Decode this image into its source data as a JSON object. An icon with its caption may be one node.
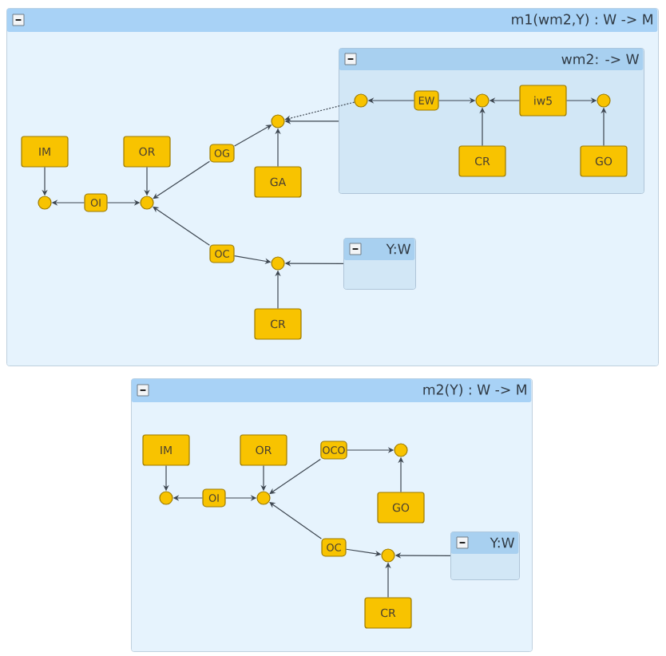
{
  "diagram": {
    "nodes": [
      {
        "text": [
          "m1(wm2,Y) : W -> M"
        ]
      },
      {
        "text": [
          "IM"
        ],
        "in": 0
      },
      {
        "text": [
          "OR"
        ],
        "in": 0
      },
      {
        "text": [
          "OG"
        ],
        "in": 0
      },
      {
        "text": [],
        "shape": "circle",
        "in": 0
      },
      {
        "text": [
          "GA"
        ],
        "in": 0
      },
      {
        "text": [],
        "shape": "circle",
        "in": 0
      },
      {
        "text": [
          "OI"
        ],
        "in": 0
      },
      {
        "text": [],
        "shape": "circle",
        "in": 0
      },
      {
        "text": [
          "OC"
        ],
        "in": 0
      },
      {
        "text": [],
        "shape": "circle",
        "in": 0
      },
      {
        "text": [
          "CR"
        ],
        "in": 0
      },
      {
        "text": [
          "wm2: -> W"
        ],
        "in": 0
      },
      {
        "text": [],
        "shape": "circle",
        "in": 12
      },
      {
        "text": [
          "EW"
        ],
        "in": 12
      },
      {
        "text": [],
        "shape": "circle",
        "in": 12
      },
      {
        "text": [
          "iw5"
        ],
        "in": 12
      },
      {
        "text": [],
        "shape": "circle",
        "in": 12
      },
      {
        "text": [
          "CR"
        ],
        "in": 12
      },
      {
        "text": [
          "GO"
        ],
        "in": 12
      },
      {
        "text": [
          "Y:W"
        ],
        "in": 0
      },
      {
        "text": [
          "m2(Y) : W -> M"
        ]
      },
      {
        "text": [
          "IM"
        ],
        "in": 21
      },
      {
        "text": [
          "OR"
        ],
        "in": 21
      },
      {
        "text": [
          "OCO"
        ],
        "in": 21
      },
      {
        "text": [],
        "shape": "circle",
        "in": 21
      },
      {
        "text": [],
        "shape": "circle",
        "in": 21
      },
      {
        "text": [
          "OI"
        ],
        "in": 21
      },
      {
        "text": [],
        "shape": "circle",
        "in": 21
      },
      {
        "text": [
          "GO"
        ],
        "in": 21
      },
      {
        "text": [
          "OC"
        ],
        "in": 21
      },
      {
        "text": [],
        "shape": "circle",
        "in": 21
      },
      {
        "text": [
          "Y:W"
        ],
        "in": 21
      },
      {
        "text": [
          "CR"
        ],
        "in": 21
      }
    ],
    "edges": [
      {
        "from": 1,
        "to": 6,
        "arrow": "to"
      },
      {
        "from": 7,
        "to": 6,
        "arrow": "to"
      },
      {
        "from": 7,
        "to": 8,
        "arrow": "to"
      },
      {
        "from": 2,
        "to": 8,
        "arrow": "to"
      },
      {
        "from": 3,
        "to": 8,
        "arrow": "to"
      },
      {
        "from": 3,
        "to": 4,
        "arrow": "to"
      },
      {
        "from": 5,
        "to": 4,
        "arrow": "to"
      },
      {
        "from": 13,
        "to": 4,
        "arrow": "to",
        "style": "dashed"
      },
      {
        "from": 12,
        "to": 4,
        "arrow": "to"
      },
      {
        "from": 9,
        "to": 8,
        "arrow": "to"
      },
      {
        "from": 9,
        "to": 10,
        "arrow": "to"
      },
      {
        "from": 11,
        "to": 10,
        "arrow": "to"
      },
      {
        "from": 20,
        "to": 10,
        "arrow": "to"
      },
      {
        "from": 14,
        "to": 13,
        "arrow": "to"
      },
      {
        "from": 14,
        "to": 15,
        "arrow": "to"
      },
      {
        "from": 16,
        "to": 15,
        "arrow": "to"
      },
      {
        "from": 16,
        "to": 17,
        "arrow": "to"
      },
      {
        "from": 18,
        "to": 15,
        "arrow": "to"
      },
      {
        "from": 19,
        "to": 17,
        "arrow": "to"
      },
      {
        "from": 22,
        "to": 26,
        "arrow": "to"
      },
      {
        "from": 27,
        "to": 26,
        "arrow": "to"
      },
      {
        "from": 27,
        "to": 28,
        "arrow": "to"
      },
      {
        "from": 23,
        "to": 28,
        "arrow": "to"
      },
      {
        "from": 24,
        "to": 28,
        "arrow": "to"
      },
      {
        "from": 24,
        "to": 25,
        "arrow": "to"
      },
      {
        "from": 29,
        "to": 25,
        "arrow": "to"
      },
      {
        "from": 30,
        "to": 28,
        "arrow": "to"
      },
      {
        "from": 30,
        "to": 31,
        "arrow": "to"
      },
      {
        "from": 33,
        "to": 31,
        "arrow": "to"
      },
      {
        "from": 32,
        "to": 31,
        "arrow": "to"
      }
    ]
  }
}
